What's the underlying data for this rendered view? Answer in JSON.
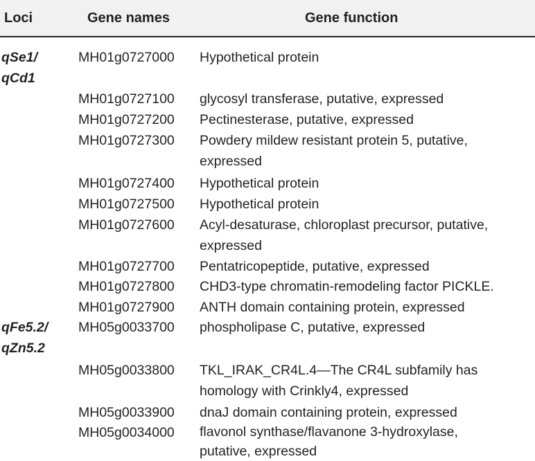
{
  "header": {
    "loci": "Loci",
    "gene_names": "Gene names",
    "gene_function": "Gene function"
  },
  "loci": [
    {
      "line1": "qSe1/",
      "line2": "qCd1"
    },
    {
      "line1": "qFe5.2/",
      "line2": "qZn5.2"
    }
  ],
  "rows": [
    {
      "gene": "MH01g0727000",
      "func": [
        "Hypothetical protein"
      ]
    },
    {
      "gene": "MH01g0727100",
      "func": [
        "glycosyl transferase, putative, expressed"
      ]
    },
    {
      "gene": "MH01g0727200",
      "func": [
        "Pectinesterase, putative, expressed"
      ]
    },
    {
      "gene": "MH01g0727300",
      "func": [
        "Powdery mildew resistant protein 5, putative,",
        "expressed"
      ]
    },
    {
      "gene": "MH01g0727400",
      "func": [
        "Hypothetical protein"
      ]
    },
    {
      "gene": "MH01g0727500",
      "func": [
        "Hypothetical protein"
      ]
    },
    {
      "gene": "MH01g0727600",
      "func": [
        "Acyl-desaturase, chloroplast precursor, putative,",
        "expressed"
      ]
    },
    {
      "gene": "MH01g0727700",
      "func": [
        "Pentatricopeptide, putative, expressed"
      ]
    },
    {
      "gene": "MH01g0727800",
      "func": [
        "CHD3-type chromatin-remodeling factor PICKLE."
      ]
    },
    {
      "gene": "MH01g0727900",
      "func": [
        "ANTH domain containing protein, expressed"
      ]
    },
    {
      "gene": "MH05g0033700",
      "func": [
        "phospholipase C, putative, expressed"
      ]
    },
    {
      "gene": "MH05g0033800",
      "func": [
        "TKL_IRAK_CR4L.4—The CR4L subfamily has",
        "homology with Crinkly4, expressed"
      ]
    },
    {
      "gene": "MH05g0033900",
      "func": [
        "dnaJ domain containing protein, expressed"
      ]
    },
    {
      "gene": "MH05g0034000",
      "func": [
        "flavonol synthase/flavanone 3-hydroxylase,",
        "putative, expressed"
      ]
    }
  ]
}
